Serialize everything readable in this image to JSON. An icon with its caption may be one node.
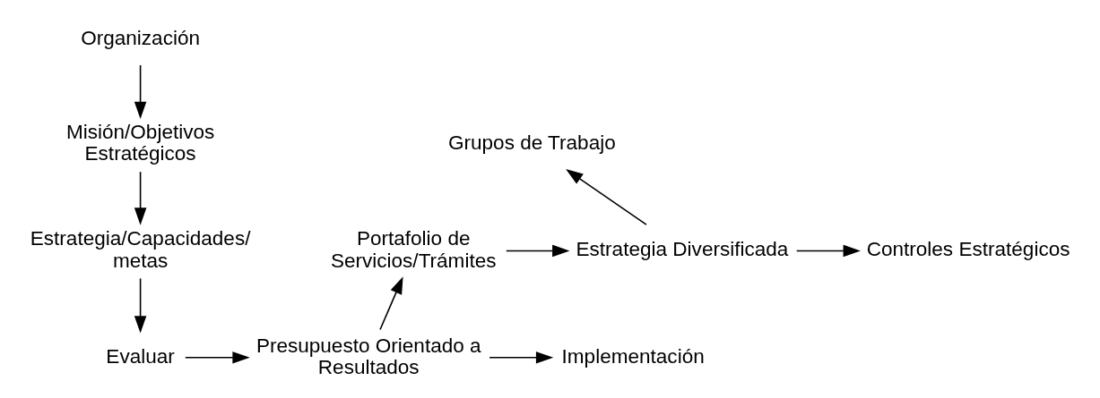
{
  "diagram": {
    "nodes": [
      {
        "text": [
          "Organización"
        ]
      },
      {
        "text": [
          "Misión/Objetivos Estratégicos"
        ]
      },
      {
        "text": [
          "Estrategia/Capacidades/ metas"
        ]
      },
      {
        "text": [
          "Evaluar"
        ]
      },
      {
        "text": [
          "Presupuesto Orientado a Resultados"
        ]
      },
      {
        "text": [
          "Implementación"
        ]
      },
      {
        "text": [
          "Portafolio de Servicios/Trámites"
        ]
      },
      {
        "text": [
          "Estrategia Diversificada"
        ]
      },
      {
        "text": [
          "Grupos de Trabajo"
        ]
      },
      {
        "text": [
          "Controles Estratégicos"
        ]
      }
    ],
    "edges": [
      {
        "from": 0,
        "to": 1,
        "arrow": "to"
      },
      {
        "from": 1,
        "to": 2,
        "arrow": "to"
      },
      {
        "from": 2,
        "to": 3,
        "arrow": "to"
      },
      {
        "from": 3,
        "to": 4,
        "arrow": "to"
      },
      {
        "from": 4,
        "to": 5,
        "arrow": "to"
      },
      {
        "from": 4,
        "to": 6,
        "arrow": "to"
      },
      {
        "from": 6,
        "to": 7,
        "arrow": "to"
      },
      {
        "from": 7,
        "to": 8,
        "arrow": "to"
      },
      {
        "from": 7,
        "to": 9,
        "arrow": "to"
      }
    ]
  }
}
